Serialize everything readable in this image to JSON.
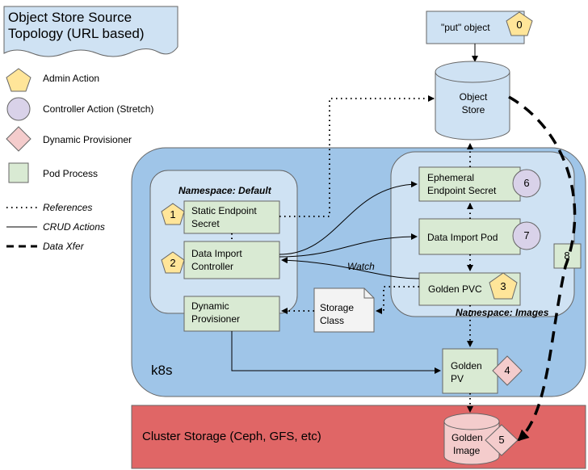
{
  "title": "Object Store Source Topology (URL based)",
  "legend": {
    "admin_action": "Admin Action",
    "controller_action": "Controller Action (Stretch)",
    "dynamic_provisioner": "Dynamic Provisioner",
    "pod_process": "Pod Process",
    "references": "References",
    "crud_actions": "CRUD Actions",
    "data_xfer": "Data Xfer"
  },
  "put_object": "\"put\" object",
  "object_store": {
    "line1": "Object",
    "line2": "Store"
  },
  "k8s_label": "k8s",
  "ns_default": {
    "title": "Namespace: Default",
    "static_endpoint_secret": {
      "line1": "Static Endpoint",
      "line2": "Secret"
    },
    "data_import_controller": {
      "line1": "Data Import",
      "line2": "Controller"
    },
    "dynamic_provisioner": {
      "line1": "Dynamic",
      "line2": "Provisioner"
    }
  },
  "ns_images": {
    "title": "Namespace: Images",
    "ephemeral_secret": {
      "line1": "Ephemeral",
      "line2": "Endpoint Secret"
    },
    "data_import_pod": "Data Import Pod",
    "golden_pvc": "Golden PVC"
  },
  "watch": "Watch",
  "storage_class": {
    "line1": "Storage",
    "line2": "Class"
  },
  "golden_pv": {
    "line1": "Golden",
    "line2": "PV"
  },
  "cluster_storage": "Cluster Storage (Ceph, GFS, etc)",
  "golden_image": {
    "line1": "Golden",
    "line2": "Image"
  },
  "numbers": {
    "n0": "0",
    "n1": "1",
    "n2": "2",
    "n3": "3",
    "n4": "4",
    "n5": "5",
    "n6": "6",
    "n7": "7",
    "n8": "8"
  },
  "colors": {
    "title_fill": "#cfe2f3",
    "k8s_fill": "#9fc5e8",
    "namespace_fill": "#cfe2f3",
    "pod_fill": "#d9ead3",
    "admin_fill": "#ffe599",
    "controller_fill": "#d9d2e9",
    "provisioner_fill": "#f4cccc",
    "cluster_fill": "#e06666"
  }
}
